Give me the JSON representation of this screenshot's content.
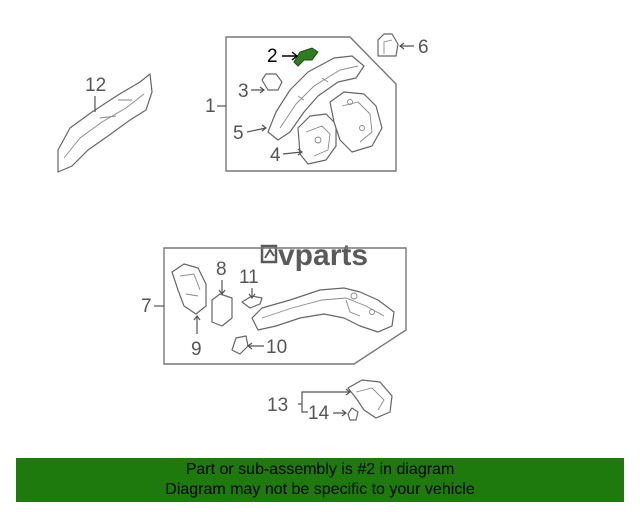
{
  "watermark": {
    "text": "vparts"
  },
  "callouts": {
    "c1": "1",
    "c2": "2",
    "c3": "3",
    "c4": "4",
    "c5": "5",
    "c6": "6",
    "c7": "7",
    "c8": "8",
    "c9": "9",
    "c10": "10",
    "c11": "11",
    "c12": "12",
    "c13": "13",
    "c14": "14"
  },
  "highlight": {
    "part_number": "2",
    "color": "#2e7d1e"
  },
  "banner": {
    "line1": "Part or sub-assembly is #2 in diagram",
    "line2": "Diagram may not be specific to your vehicle",
    "background": "#1e7a0d"
  }
}
